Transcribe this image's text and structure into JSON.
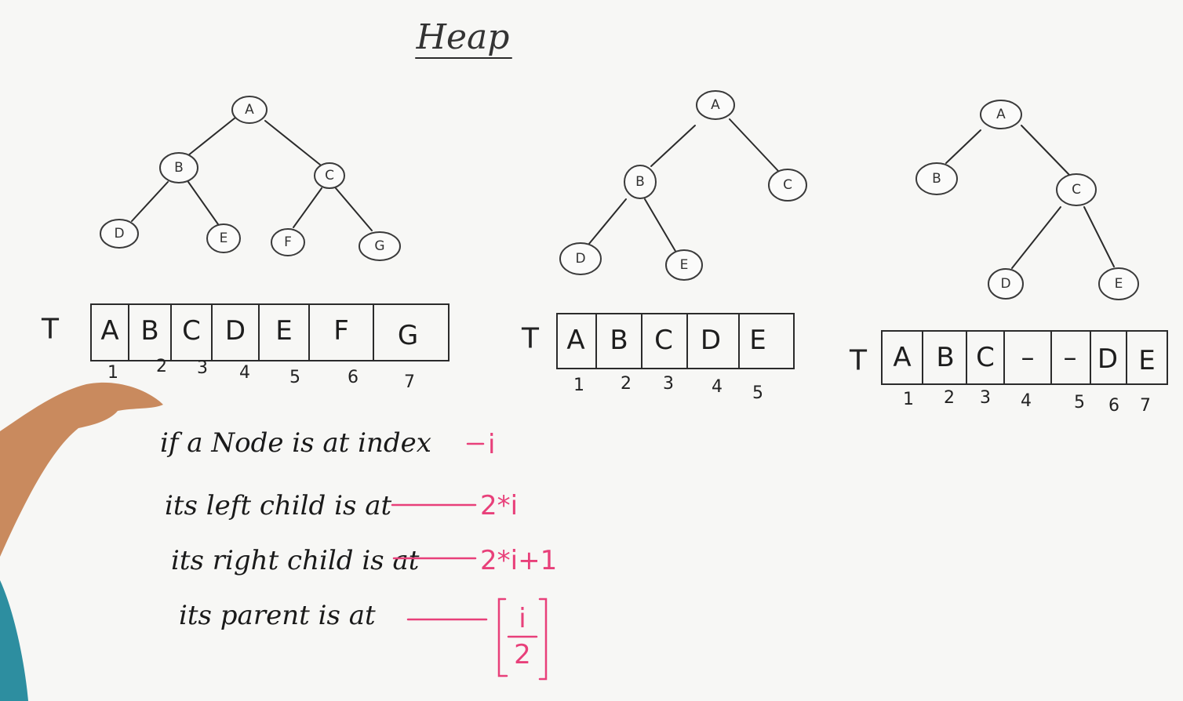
{
  "title": "Heap",
  "trees": [
    {
      "nodes": [
        {
          "id": "A"
        },
        {
          "id": "B"
        },
        {
          "id": "C"
        },
        {
          "id": "D"
        },
        {
          "id": "E"
        },
        {
          "id": "F"
        },
        {
          "id": "G"
        }
      ],
      "array_label": "T",
      "cells": [
        "A",
        "B",
        "C",
        "D",
        "E",
        "F",
        "G"
      ],
      "indices": [
        "1",
        "2",
        "3",
        "4",
        "5",
        "6",
        "7"
      ]
    },
    {
      "nodes": [
        {
          "id": "A"
        },
        {
          "id": "B"
        },
        {
          "id": "C"
        },
        {
          "id": "D"
        },
        {
          "id": "E"
        }
      ],
      "array_label": "T",
      "cells": [
        "A",
        "B",
        "C",
        "D",
        "E"
      ],
      "indices": [
        "1",
        "2",
        "3",
        "4",
        "5"
      ]
    },
    {
      "nodes": [
        {
          "id": "A"
        },
        {
          "id": "B"
        },
        {
          "id": "C"
        },
        {
          "id": "D"
        },
        {
          "id": "E"
        }
      ],
      "array_label": "T",
      "cells": [
        "A",
        "B",
        "C",
        "–",
        "–",
        "D",
        "E"
      ],
      "indices": [
        "1",
        "2",
        "3",
        "4",
        "5",
        "6",
        "7"
      ]
    }
  ],
  "formulas": [
    {
      "text": "if a Node is at index",
      "value": "i"
    },
    {
      "text": "its left child is at",
      "value": "2*i"
    },
    {
      "text": "its right child is at",
      "value": "2*i+1"
    },
    {
      "text": "its parent is at",
      "value_top": "i",
      "value_bottom": "2"
    }
  ],
  "colors": {
    "ink": "#2b2b2b",
    "accent": "#e8407a",
    "board": "#f7f7f5"
  }
}
